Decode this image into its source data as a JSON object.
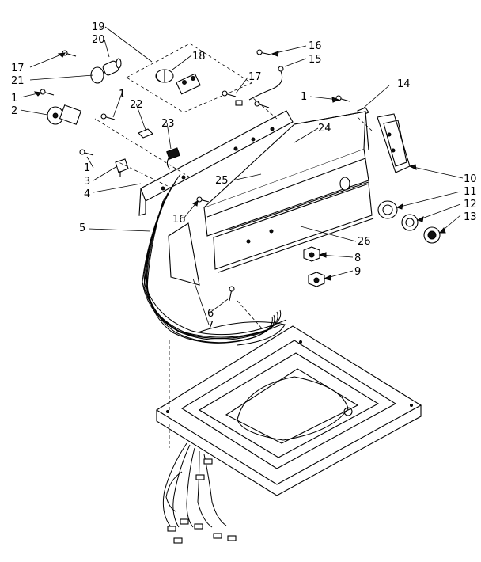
{
  "callouts": [
    {
      "id": "c19",
      "text": "19"
    },
    {
      "id": "c20",
      "text": "20"
    },
    {
      "id": "c17a",
      "text": "17"
    },
    {
      "id": "c21",
      "text": "21"
    },
    {
      "id": "c1a",
      "text": "1"
    },
    {
      "id": "c2",
      "text": "2"
    },
    {
      "id": "c18",
      "text": "18"
    },
    {
      "id": "c16a",
      "text": "16"
    },
    {
      "id": "c15",
      "text": "15"
    },
    {
      "id": "c17b",
      "text": "17"
    },
    {
      "id": "c1b",
      "text": "1"
    },
    {
      "id": "c22",
      "text": "22"
    },
    {
      "id": "c23",
      "text": "23"
    },
    {
      "id": "c1c",
      "text": "1"
    },
    {
      "id": "c14",
      "text": "14"
    },
    {
      "id": "c24",
      "text": "24"
    },
    {
      "id": "c1d",
      "text": "1"
    },
    {
      "id": "c3",
      "text": "3"
    },
    {
      "id": "c4",
      "text": "4"
    },
    {
      "id": "c5",
      "text": "5"
    },
    {
      "id": "c25",
      "text": "25"
    },
    {
      "id": "c10",
      "text": "10"
    },
    {
      "id": "c11",
      "text": "11"
    },
    {
      "id": "c12",
      "text": "12"
    },
    {
      "id": "c13",
      "text": "13"
    },
    {
      "id": "c16b",
      "text": "16"
    },
    {
      "id": "c26",
      "text": "26"
    },
    {
      "id": "c8",
      "text": "8"
    },
    {
      "id": "c9",
      "text": "9"
    },
    {
      "id": "c6",
      "text": "6"
    },
    {
      "id": "c7",
      "text": "7"
    }
  ]
}
